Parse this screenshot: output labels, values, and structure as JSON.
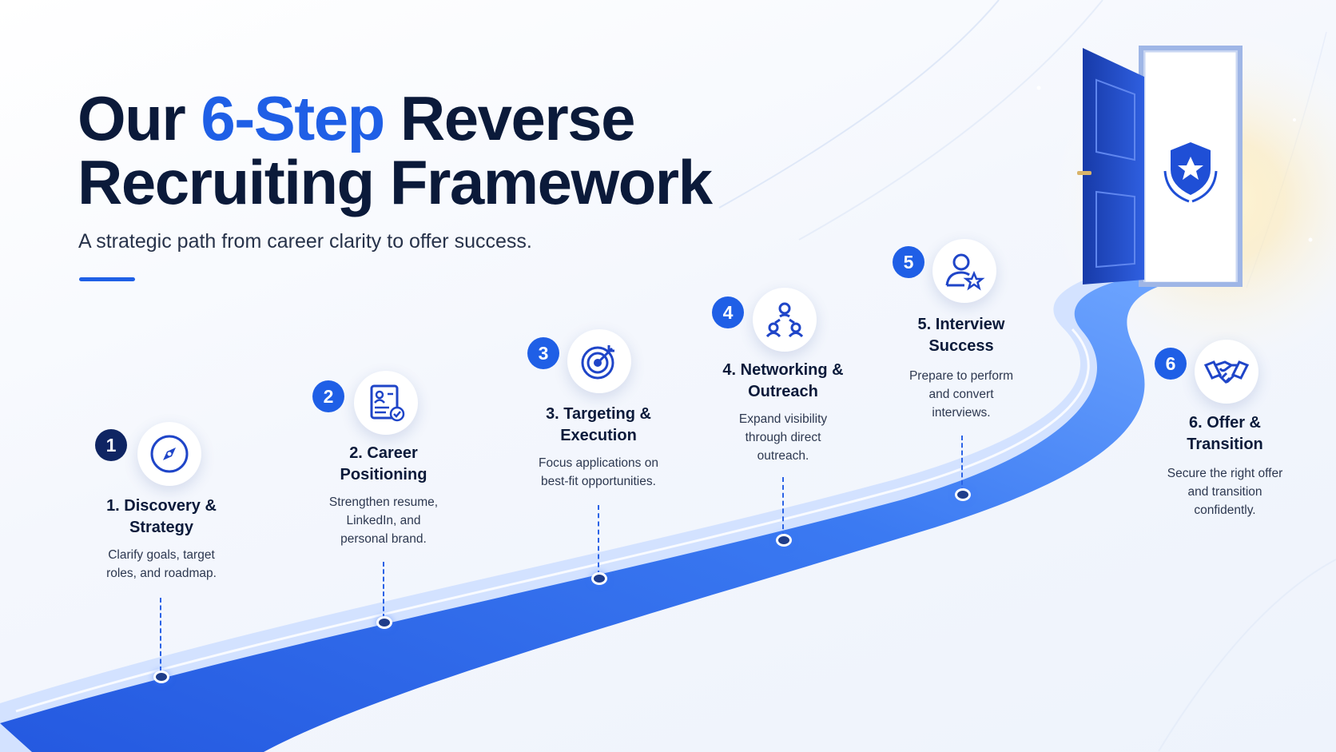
{
  "header": {
    "title_pre": "Our ",
    "title_accent": "6-Step",
    "title_line1_post": " Reverse",
    "title_line2": "Recruiting Framework",
    "subtitle": "A strategic path from career clarity to offer success."
  },
  "colors": {
    "accent": "#1f5fe6",
    "navy": "#0b1a3a",
    "path": "#3a78f0",
    "door": "#1d46c4"
  },
  "steps": [
    {
      "number": "1",
      "title_line1": "1. Discovery &",
      "title_line2": "Strategy",
      "desc_line1": "Clarify goals, target",
      "desc_line2": "roles, and roadmap.",
      "desc_line3": "",
      "icon": "compass-icon"
    },
    {
      "number": "2",
      "title_line1": "2. Career",
      "title_line2": "Positioning",
      "desc_line1": "Strengthen resume,",
      "desc_line2": "LinkedIn, and",
      "desc_line3": "personal brand.",
      "icon": "resume-icon"
    },
    {
      "number": "3",
      "title_line1": "3. Targeting &",
      "title_line2": "Execution",
      "desc_line1": "Focus applications on",
      "desc_line2": "best-fit opportunities.",
      "desc_line3": "",
      "icon": "target-icon"
    },
    {
      "number": "4",
      "title_line1": "4. Networking &",
      "title_line2": "Outreach",
      "desc_line1": "Expand visibility",
      "desc_line2": "through direct",
      "desc_line3": "outreach.",
      "icon": "network-icon"
    },
    {
      "number": "5",
      "title_line1": "5. Interview",
      "title_line2": "Success",
      "desc_line1": "Prepare to perform",
      "desc_line2": "and convert",
      "desc_line3": "interviews.",
      "icon": "user-star-icon"
    },
    {
      "number": "6",
      "title_line1": "6. Offer &",
      "title_line2": "Transition",
      "desc_line1": "Secure the right offer",
      "desc_line2": "and transition",
      "desc_line3": "confidently.",
      "icon": "handshake-icon"
    }
  ]
}
